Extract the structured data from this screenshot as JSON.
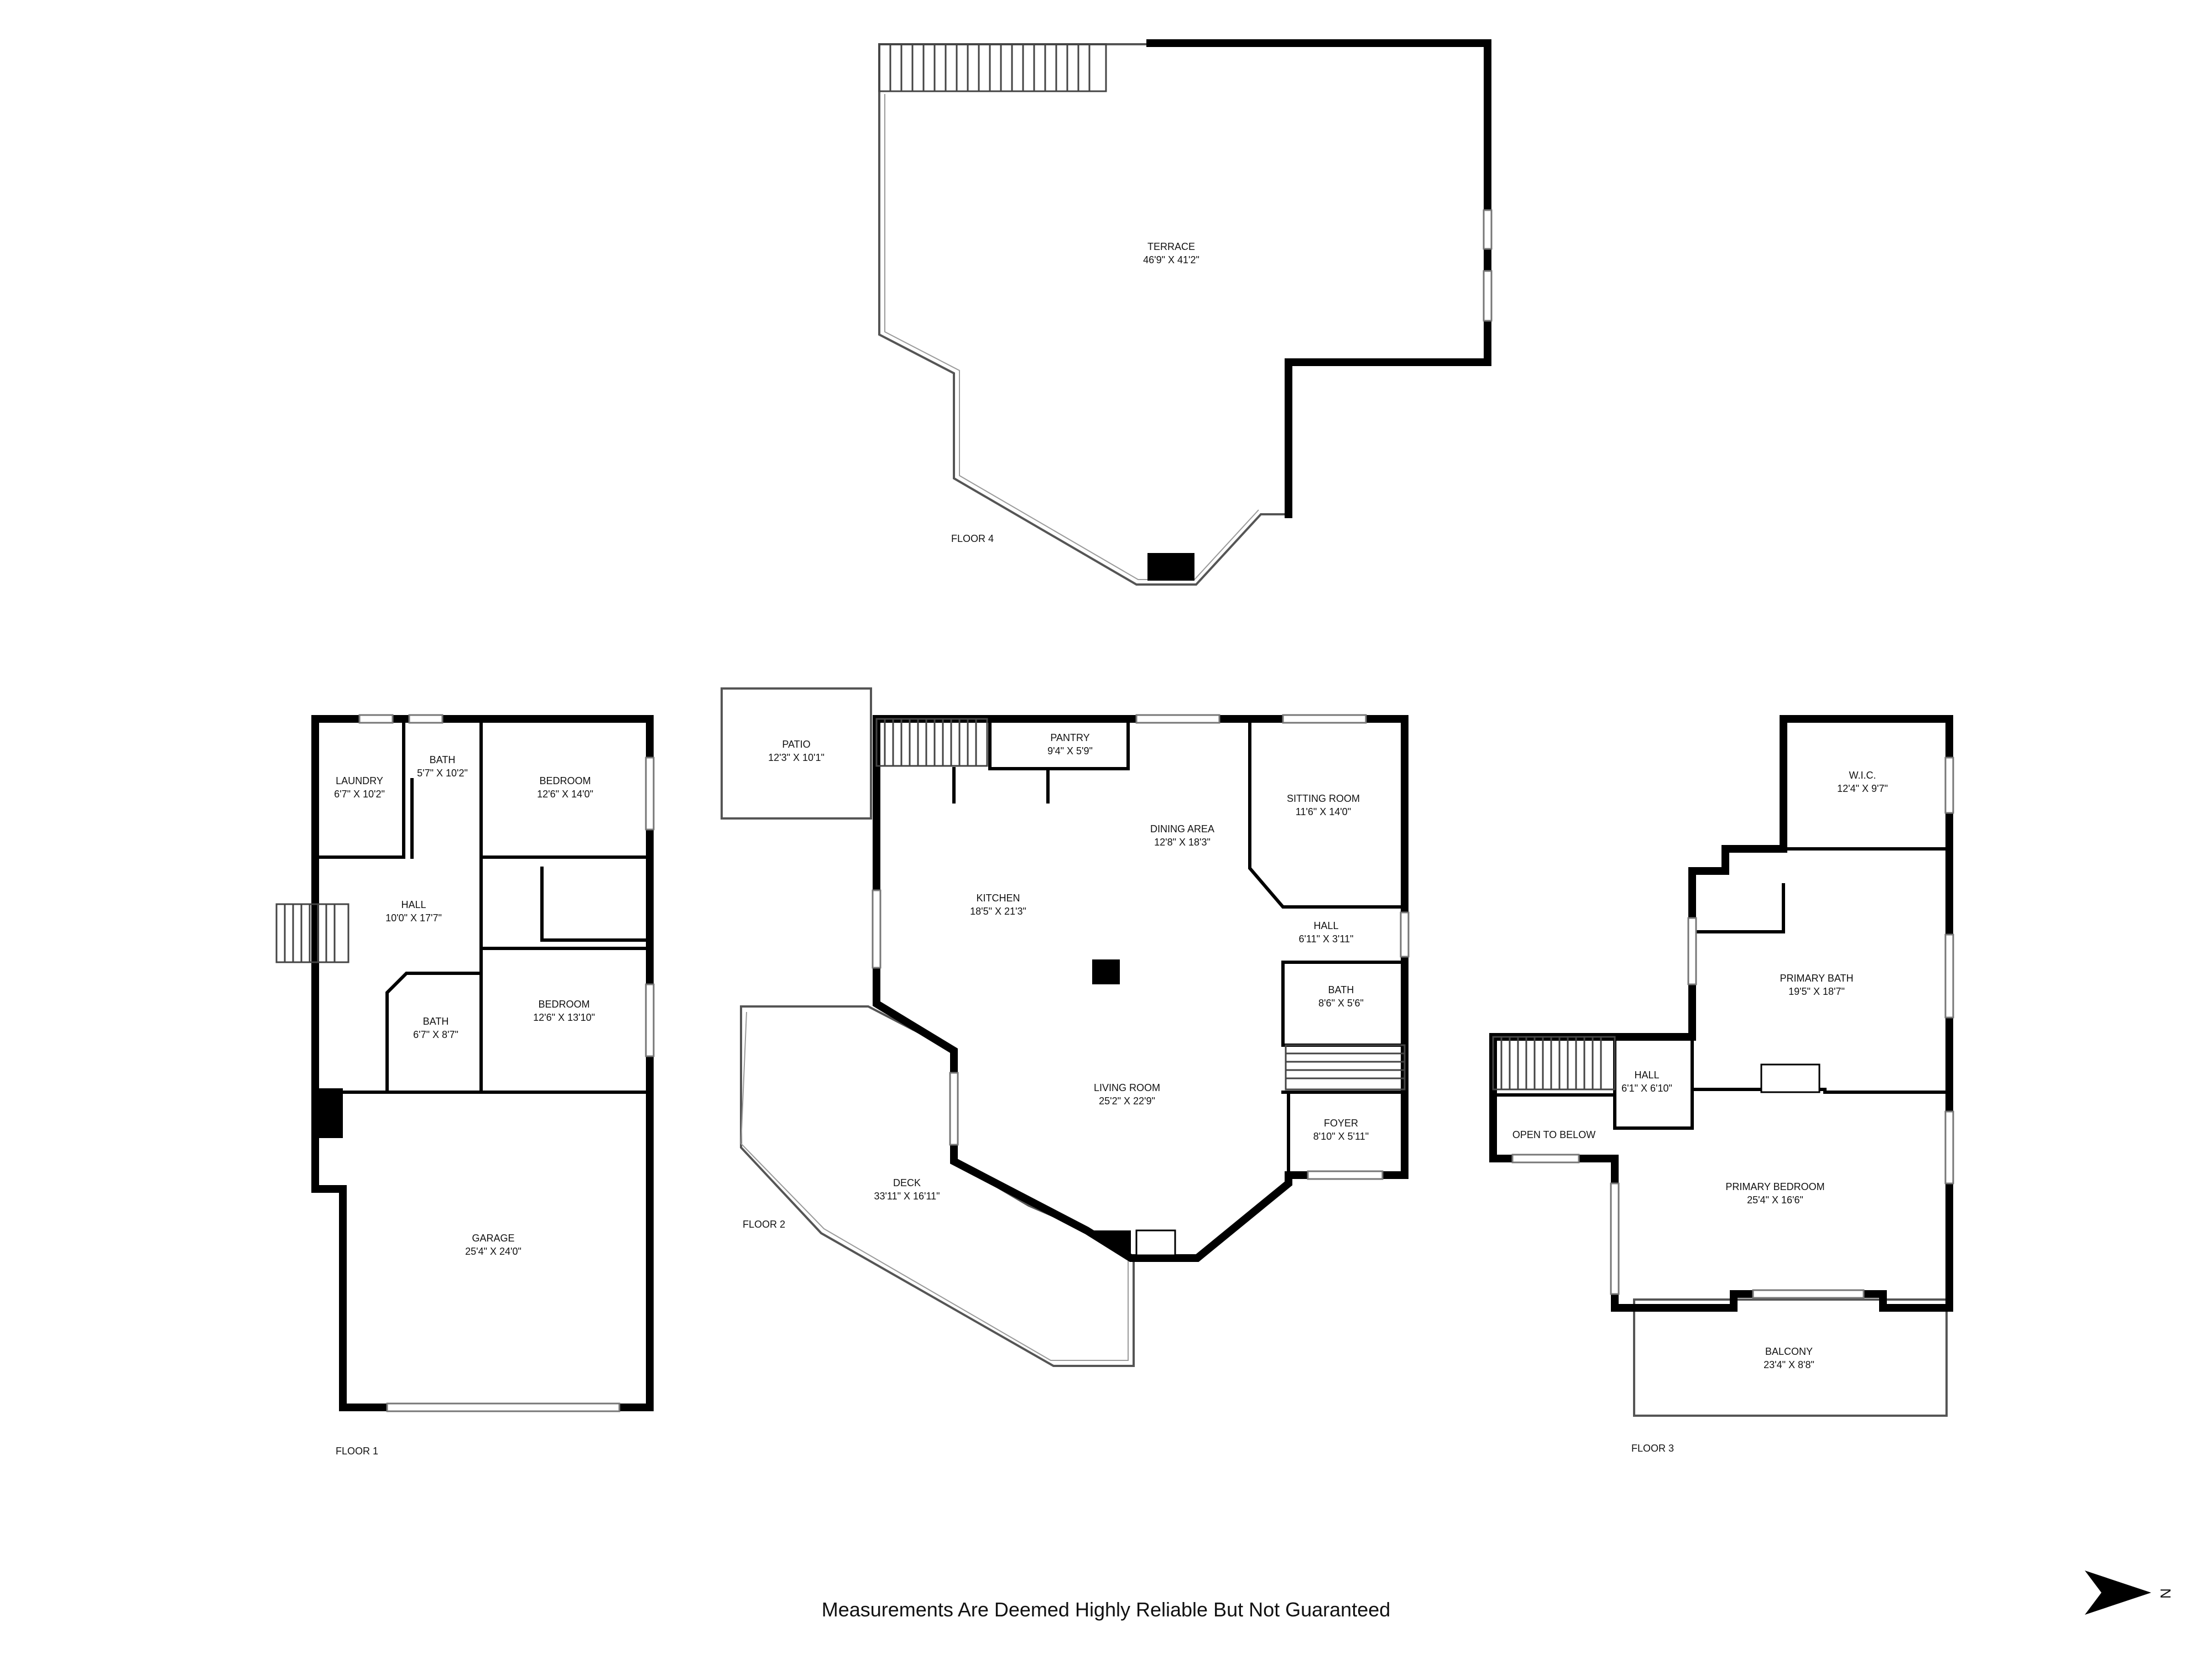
{
  "floors": [
    {
      "label": "FLOOR 1",
      "rooms": [
        {
          "name": "LAUNDRY",
          "dims": "6'7\" X 10'2\""
        },
        {
          "name": "BATH",
          "dims": "5'7\" X 10'2\""
        },
        {
          "name": "BEDROOM",
          "dims": "12'6\" X 14'0\""
        },
        {
          "name": "HALL",
          "dims": "10'0\" X 17'7\""
        },
        {
          "name": "BATH",
          "dims": "6'7\" X 8'7\""
        },
        {
          "name": "BEDROOM",
          "dims": "12'6\" X 13'10\""
        },
        {
          "name": "GARAGE",
          "dims": "25'4\" X 24'0\""
        }
      ]
    },
    {
      "label": "FLOOR 2",
      "rooms": [
        {
          "name": "PATIO",
          "dims": "12'3\" X 10'1\""
        },
        {
          "name": "PANTRY",
          "dims": "9'4\" X 5'9\""
        },
        {
          "name": "DINING AREA",
          "dims": "12'8\" X 18'3\""
        },
        {
          "name": "SITTING ROOM",
          "dims": "11'6\" X 14'0\""
        },
        {
          "name": "KITCHEN",
          "dims": "18'5\" X 21'3\""
        },
        {
          "name": "HALL",
          "dims": "6'11\" X 3'11\""
        },
        {
          "name": "BATH",
          "dims": "8'6\" X 5'6\""
        },
        {
          "name": "LIVING ROOM",
          "dims": "25'2\" X 22'9\""
        },
        {
          "name": "FOYER",
          "dims": "8'10\" X 5'11\""
        },
        {
          "name": "DECK",
          "dims": "33'11\" X 16'11\""
        }
      ]
    },
    {
      "label": "FLOOR 3",
      "rooms": [
        {
          "name": "W.I.C.",
          "dims": "12'4\" X 9'7\""
        },
        {
          "name": "PRIMARY BATH",
          "dims": "19'5\" X 18'7\""
        },
        {
          "name": "HALL",
          "dims": "6'1\" X 6'10\""
        },
        {
          "name": "OPEN TO BELOW",
          "dims": ""
        },
        {
          "name": "PRIMARY BEDROOM",
          "dims": "25'4\" X 16'6\""
        },
        {
          "name": "BALCONY",
          "dims": "23'4\" X 8'8\""
        }
      ]
    },
    {
      "label": "FLOOR 4",
      "rooms": [
        {
          "name": "TERRACE",
          "dims": "46'9\" X 41'2\""
        }
      ]
    }
  ],
  "footer": {
    "disclaimer": "Measurements Are Deemed Highly Reliable But Not Guaranteed"
  },
  "compass": {
    "letter": "N",
    "icon": "north-arrow-icon"
  }
}
